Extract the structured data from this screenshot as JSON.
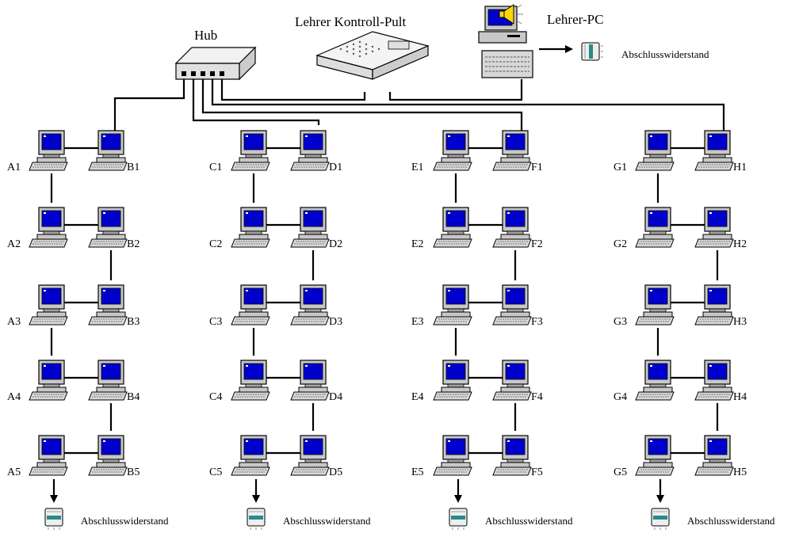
{
  "hub": {
    "label": "Hub"
  },
  "control_panel": {
    "label": "Lehrer Kontroll-Pult"
  },
  "teacher_pc": {
    "label": "Lehrer-PC",
    "terminator_label": "Abschlusswiderstand"
  },
  "columns": [
    {
      "left": [
        "A1",
        "A2",
        "A3",
        "A4",
        "A5"
      ],
      "right": [
        "B1",
        "B2",
        "B3",
        "B4",
        "B5"
      ],
      "terminator_label": "Abschlusswiderstand"
    },
    {
      "left": [
        "C1",
        "C2",
        "C3",
        "C4",
        "C5"
      ],
      "right": [
        "D1",
        "D2",
        "D3",
        "D4",
        "D5"
      ],
      "terminator_label": "Abschlusswiderstand"
    },
    {
      "left": [
        "E1",
        "E2",
        "E3",
        "E4",
        "E5"
      ],
      "right": [
        "F1",
        "F2",
        "F3",
        "F4",
        "F5"
      ],
      "terminator_label": "Abschlusswiderstand"
    },
    {
      "left": [
        "G1",
        "G2",
        "G3",
        "G4",
        "G5"
      ],
      "right": [
        "H1",
        "H2",
        "H3",
        "H4",
        "H5"
      ],
      "terminator_label": "Abschlusswiderstand"
    }
  ],
  "colors": {
    "screen": "#0000cc",
    "case": "#c8c8c8",
    "terminator_band": "#2a8a8a",
    "speaker": "#ffd700"
  },
  "icons": [
    "computer-icon",
    "hub-icon",
    "control-panel-icon",
    "terminator-icon",
    "speaker-icon",
    "keyboard-icon"
  ]
}
